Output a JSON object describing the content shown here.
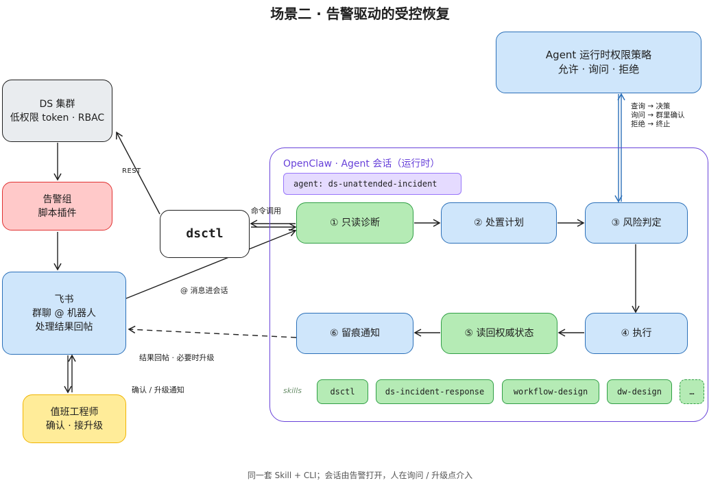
{
  "title": "场景二 · 告警驱动的受控恢复",
  "footer": "同一套 Skill + CLI；会话由告警打开，人在询问 / 升级点介入",
  "ds_cluster": {
    "line1": "DS 集群",
    "line2": "低权限 token · RBAC"
  },
  "alert_group": {
    "line1": "告警组",
    "line2": "脚本插件"
  },
  "feishu": {
    "line1": "飞书",
    "line2": "群聊 @ 机器人",
    "line3": "处理结果回帖"
  },
  "oncall": {
    "line1": "值班工程师",
    "line2": "确认 · 接升级"
  },
  "dsctl": {
    "label": "dsctl"
  },
  "policy": {
    "line1": "Agent 运行时权限策略",
    "line2": "允许 · 询问 · 拒绝"
  },
  "policy_notes": [
    "查询 → 决策",
    "询问 → 群里确认",
    "拒绝 → 终止"
  ],
  "session": {
    "title": "OpenClaw · Agent 会话（运行时）",
    "agent_tag": "agent: ds-unattended-incident",
    "steps": [
      {
        "label": "① 只读诊断"
      },
      {
        "label": "② 处置计划"
      },
      {
        "label": "③ 风险判定"
      },
      {
        "label": "④ 执行"
      },
      {
        "label": "⑤ 读回权威状态"
      },
      {
        "label": "⑥ 留痕通知"
      }
    ],
    "skills_label": "skills",
    "skills": [
      "dsctl",
      "ds-incident-response",
      "workflow-design",
      "dw-design",
      "…"
    ]
  },
  "edge_labels": {
    "rest": "REST",
    "command_call": "命令调用",
    "message_in": "@ 消息进会话",
    "result_post": "结果回帖 · 必要时升级",
    "confirm_escalate": "确认 / 升级通知"
  },
  "colors": {
    "blue_fill": "#cfe6fb",
    "green_fill": "#b5ebb5",
    "gray_fill": "#e9ecef",
    "red_fill": "#ffc9c9",
    "yellow_fill": "#ffec99",
    "purple": "#6741d9"
  }
}
